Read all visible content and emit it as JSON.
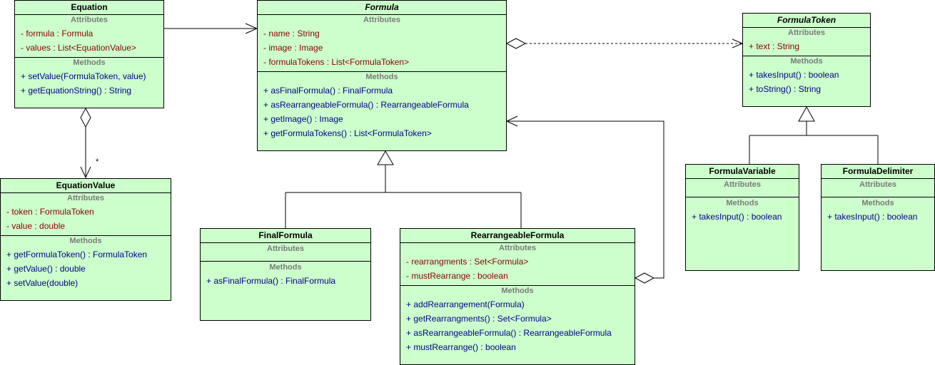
{
  "section_labels": {
    "attributes": "Attributes",
    "methods": "Methods"
  },
  "colors": {
    "class_fill": "#ccffcc",
    "attribute_text": "#8b0000",
    "method_text": "#00008b",
    "section_label": "#7a7a7a",
    "line": "#000000"
  },
  "classes": {
    "equation": {
      "name": "Equation",
      "attributes": [
        "- formula : Formula",
        "- values : List<EquationValue>"
      ],
      "methods": [
        "+ setValue(FormulaToken, value)",
        "+ getEquationString() : String"
      ]
    },
    "formula": {
      "name": "Formula",
      "attributes": [
        "- name : String",
        "- image : Image",
        "- formulaTokens : List<FormulaToken>"
      ],
      "methods": [
        "+ asFinalFormula() : FinalFormula",
        "+ asRearrangeableFormula() : RearrangeableFormula",
        "+ getImage() : Image",
        "+ getFormulaTokens() : List<FormulaToken>"
      ]
    },
    "formula_token": {
      "name": "FormulaToken",
      "attributes": [
        "+ text : String"
      ],
      "methods": [
        "+ takesInput() : boolean",
        "+ toString() : String"
      ]
    },
    "equation_value": {
      "name": "EquationValue",
      "attributes": [
        "- token : FormulaToken",
        "- value : double"
      ],
      "methods": [
        "+ getFormulaToken() : FormulaToken",
        "+ getValue() : double",
        "+ setValue(double)"
      ]
    },
    "final_formula": {
      "name": "FinalFormula",
      "attributes": [],
      "methods": [
        "+ asFinalFormula() : FinalFormula"
      ]
    },
    "rearrangeable_formula": {
      "name": "RearrangeableFormula",
      "attributes": [
        "- rearrangments : Set<Formula>",
        "- mustRearrange : boolean"
      ],
      "methods": [
        "+ addRearrangement(Formula)",
        "+ getRearrangments() : Set<Formula>",
        "+ asRearrangeableFormula() : RearrangeableFormula",
        "+ mustRearrange() : boolean"
      ]
    },
    "formula_variable": {
      "name": "FormulaVariable",
      "attributes": [],
      "methods": [
        "+ takesInput() : boolean"
      ]
    },
    "formula_delimiter": {
      "name": "FormulaDelimiter",
      "attributes": [],
      "methods": [
        "+ takesInput() : boolean"
      ]
    }
  },
  "multiplicities": {
    "equation_values": "*"
  }
}
